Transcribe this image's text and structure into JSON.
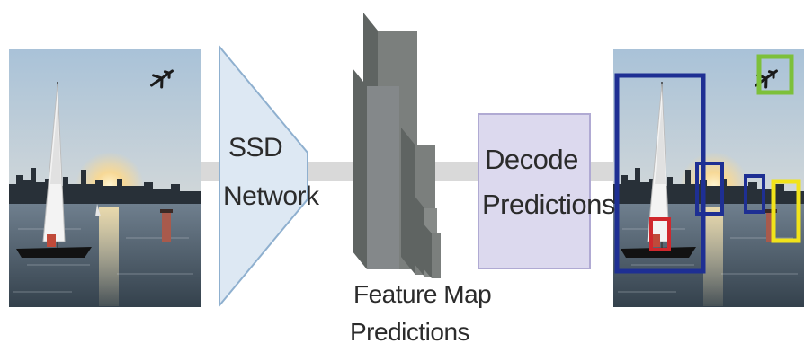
{
  "labels": {
    "ssd_line1": "SSD",
    "ssd_line2": "Network",
    "decode_line1": "Decode",
    "decode_line2": "Predictions",
    "feature_line1": "Feature Map",
    "feature_line2": "Predictions"
  },
  "colors": {
    "pipe": "#d9d9d9",
    "ssd_block_fill": "#dde8f3",
    "ssd_block_stroke": "#8fb0cf",
    "decode_block_fill": "#dcd9ee",
    "decode_block_stroke": "#b0aad3",
    "feature_map_face": "#7b7f7d",
    "feature_map_side": "#5f6462",
    "box_blue": "#1e2f93",
    "box_red": "#d0282d",
    "box_yellow": "#f1e31a",
    "box_green": "#7dc03a"
  },
  "icons": {
    "input_image": "sailboat-sunset-photo",
    "output_image": "sailboat-sunset-photo-with-detections",
    "airplane": "airplane-icon"
  }
}
